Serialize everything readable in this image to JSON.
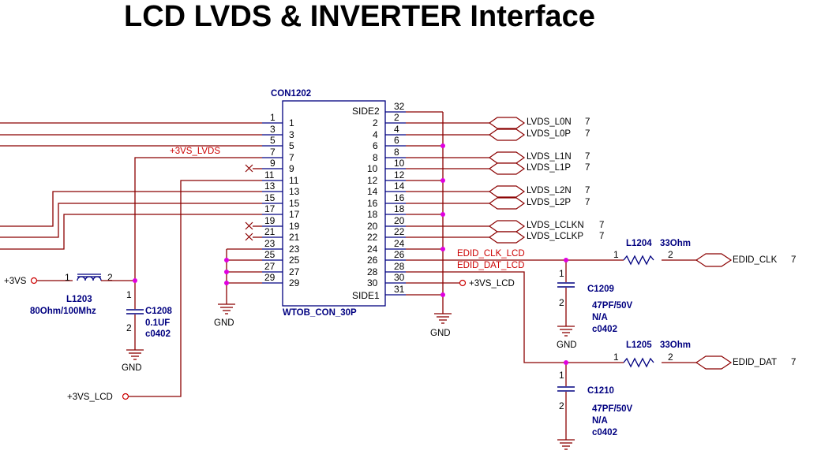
{
  "title": "LCD LVDS & INVERTER Interface",
  "connector": {
    "ref": "CON1202",
    "part": "WTOB_CON_30P",
    "side2": "SIDE2",
    "side1": "SIDE1",
    "left_pins": [
      "1",
      "3",
      "5",
      "7",
      "9",
      "11",
      "13",
      "15",
      "17",
      "19",
      "21",
      "23",
      "25",
      "27",
      "29"
    ],
    "right_pins": [
      "2",
      "4",
      "6",
      "8",
      "10",
      "12",
      "14",
      "16",
      "18",
      "20",
      "22",
      "24",
      "26",
      "28",
      "30"
    ],
    "side_pin_top": "32",
    "side_pin_bottom": "31"
  },
  "nets": {
    "plus3vs_lvds": "+3VS_LVDS",
    "edid_clk_lcd": "EDID_CLK_LCD",
    "edid_dat_lcd": "EDID_DAT_LCD"
  },
  "offpage": [
    {
      "label": "LVDS_L0N",
      "ref": "7"
    },
    {
      "label": "LVDS_L0P",
      "ref": "7"
    },
    {
      "label": "LVDS_L1N",
      "ref": "7"
    },
    {
      "label": "LVDS_L1P",
      "ref": "7"
    },
    {
      "label": "LVDS_L2N",
      "ref": "7"
    },
    {
      "label": "LVDS_L2P",
      "ref": "7"
    },
    {
      "label": "LVDS_LCLKN",
      "ref": "7"
    },
    {
      "label": "LVDS_LCLKP",
      "ref": "7"
    },
    {
      "label": "EDID_CLK",
      "ref": "7"
    },
    {
      "label": "EDID_DAT",
      "ref": "7"
    }
  ],
  "power": {
    "plus3vs": "+3VS",
    "plus3vs_lcd": "+3VS_LCD",
    "gnd": "GND"
  },
  "components": {
    "L1203": {
      "ref": "L1203",
      "value": "80Ohm/100Mhz",
      "pin1": "1",
      "pin2": "2"
    },
    "C1208": {
      "ref": "C1208",
      "value": "0.1UF",
      "pkg": "c0402",
      "pin1": "1",
      "pin2": "2"
    },
    "L1204": {
      "ref": "L1204",
      "value": "33Ohm",
      "pin1": "1",
      "pin2": "2"
    },
    "L1205": {
      "ref": "L1205",
      "value": "33Ohm",
      "pin1": "1",
      "pin2": "2"
    },
    "C1209": {
      "ref": "C1209",
      "value": "47PF/50V",
      "na": "N/A",
      "pkg": "c0402",
      "pin1": "1",
      "pin2": "2"
    },
    "C1210": {
      "ref": "C1210",
      "value": "47PF/50V",
      "na": "N/A",
      "pkg": "c0402",
      "pin1": "1",
      "pin2": "2"
    }
  }
}
